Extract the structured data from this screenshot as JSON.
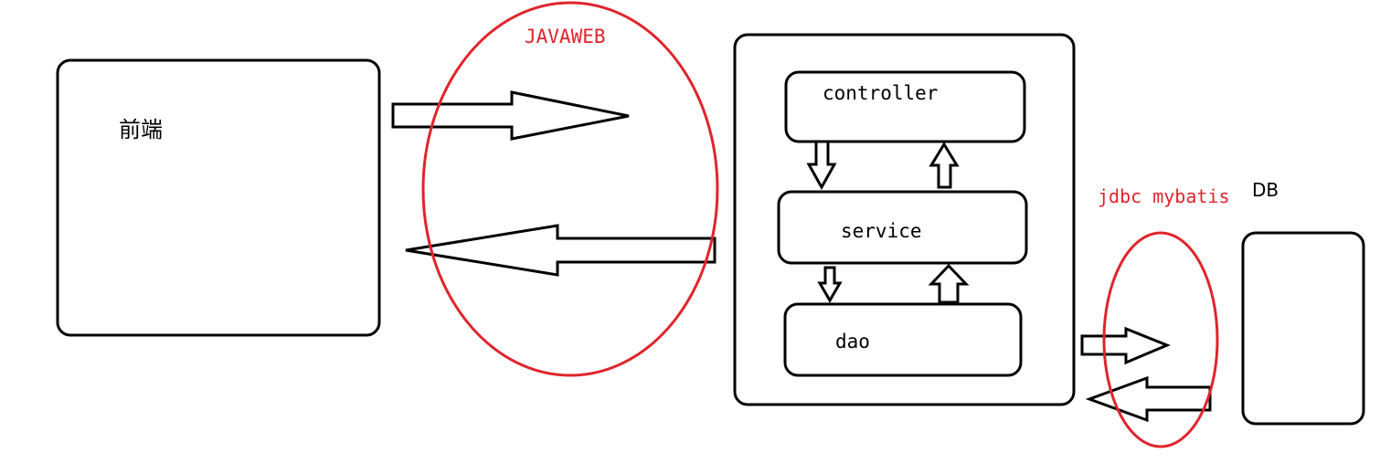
{
  "labels": {
    "frontend": "前端",
    "javaweb": "JAVAWEB",
    "controller": "controller",
    "service": "service",
    "dao": "dao",
    "jdbc_mybatis": "jdbc mybatis",
    "db": "DB"
  },
  "colors": {
    "stroke": "#000000",
    "annotation": "#e0242c",
    "background": "#ffffff"
  }
}
